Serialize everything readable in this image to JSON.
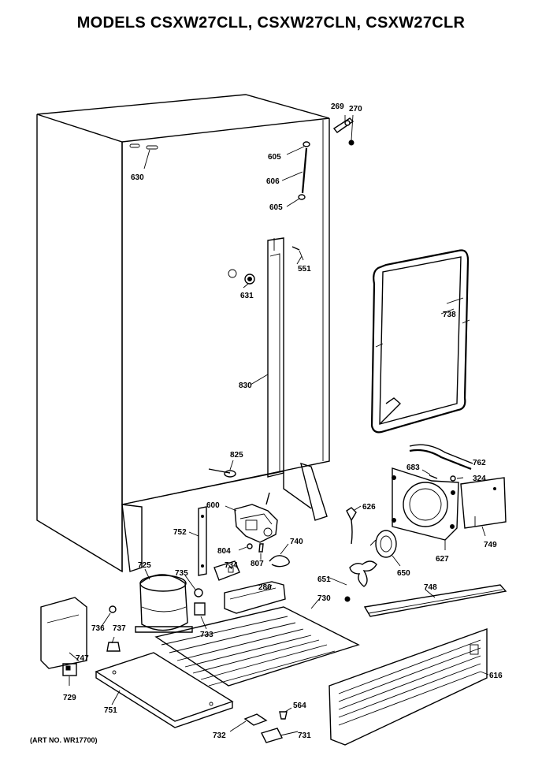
{
  "title": "MODELS CSXW27CLL, CSXW27CLN, CSXW27CLR",
  "art_number": "(ART NO. WR17700)",
  "part_labels": {
    "p269": "269",
    "p270": "270",
    "p605a": "605",
    "p606": "606",
    "p605b": "605",
    "p630": "630",
    "p551": "551",
    "p631": "631",
    "p738": "738",
    "p830": "830",
    "p825": "825",
    "p762": "762",
    "p683": "683",
    "p324": "324",
    "p626": "626",
    "p600": "600",
    "p752": "752",
    "p740": "740",
    "p749": "749",
    "p804": "804",
    "p807": "807",
    "p627": "627",
    "p650": "650",
    "p725": "725",
    "p735": "735",
    "p734": "734",
    "p280": "280",
    "p651": "651",
    "p748": "748",
    "p736": "736",
    "p737": "737",
    "p733": "733",
    "p730": "730",
    "p747": "747",
    "p616": "616",
    "p729": "729",
    "p751": "751",
    "p564": "564",
    "p732": "732",
    "p731": "731"
  }
}
